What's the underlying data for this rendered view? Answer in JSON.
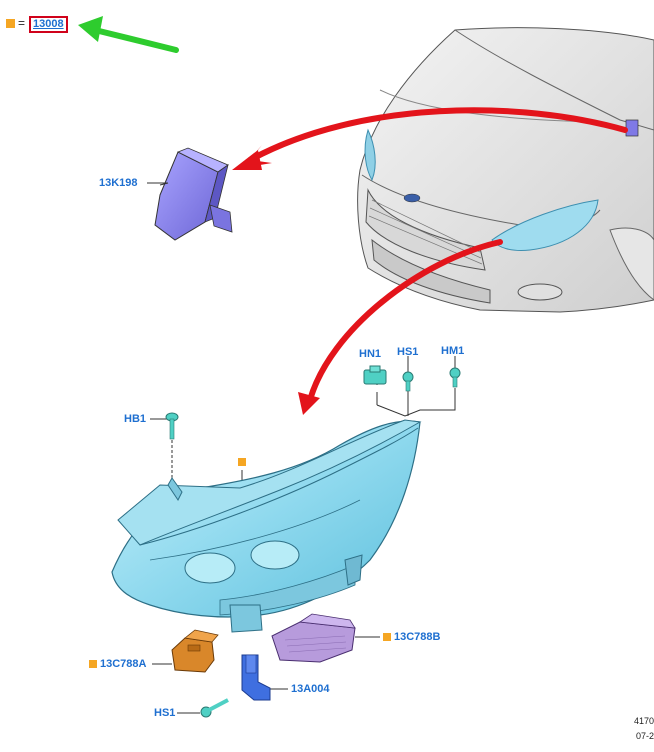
{
  "legend": {
    "equals": "=",
    "part_number": "13008"
  },
  "callouts": {
    "module": "13K198",
    "hn1": "HN1",
    "hs1_top": "HS1",
    "hm1": "HM1",
    "hb1": "HB1",
    "ballast_left": "13C788A",
    "ballast_right": "13C788B",
    "bracket": "13A004",
    "hs1_bottom": "HS1"
  },
  "footer": {
    "line1": "4170",
    "line2": "07-2"
  },
  "colors": {
    "callout_text": "#1e6fd0",
    "marker": "#f5a623",
    "highlight_box": "#d0021b",
    "arrow_red": "#e3141b",
    "arrow_green": "#2ecc2e",
    "module": "#8c86ef",
    "headlamp": "#8fd9ee",
    "ballast_orange": "#d9872a",
    "ballast_purple": "#b79bdc",
    "fastener": "#4fd0c4"
  }
}
